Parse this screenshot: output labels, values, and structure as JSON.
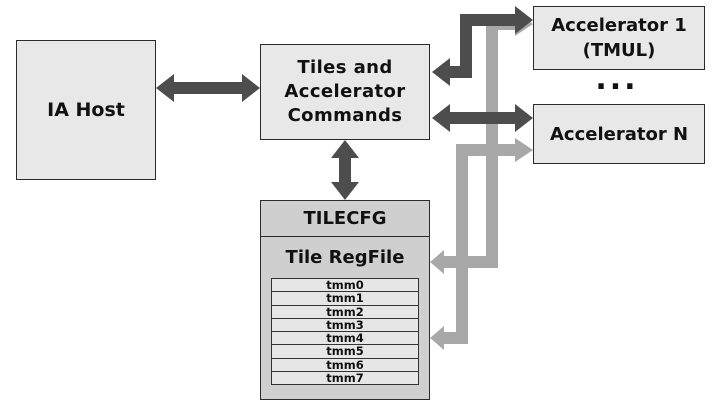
{
  "boxes": {
    "host": "IA Host",
    "commands": [
      "Tiles and",
      "Accelerator",
      "Commands"
    ],
    "accelerator_1": [
      "Accelerator 1",
      "(TMUL)"
    ],
    "ellipsis": "...",
    "accelerator_n": "Accelerator N",
    "tilecfg": "TILECFG",
    "regfile": "Tile RegFile"
  },
  "registers": [
    "tmm0",
    "tmm1",
    "tmm2",
    "tmm3",
    "tmm4",
    "tmm5",
    "tmm6",
    "tmm7"
  ],
  "colors": {
    "dark_arrow": "#4d4d4d",
    "light_arrow": "#a8a8a8",
    "box_fill": "#e8e8e8",
    "regfile_fill": "#cfcfcf"
  }
}
